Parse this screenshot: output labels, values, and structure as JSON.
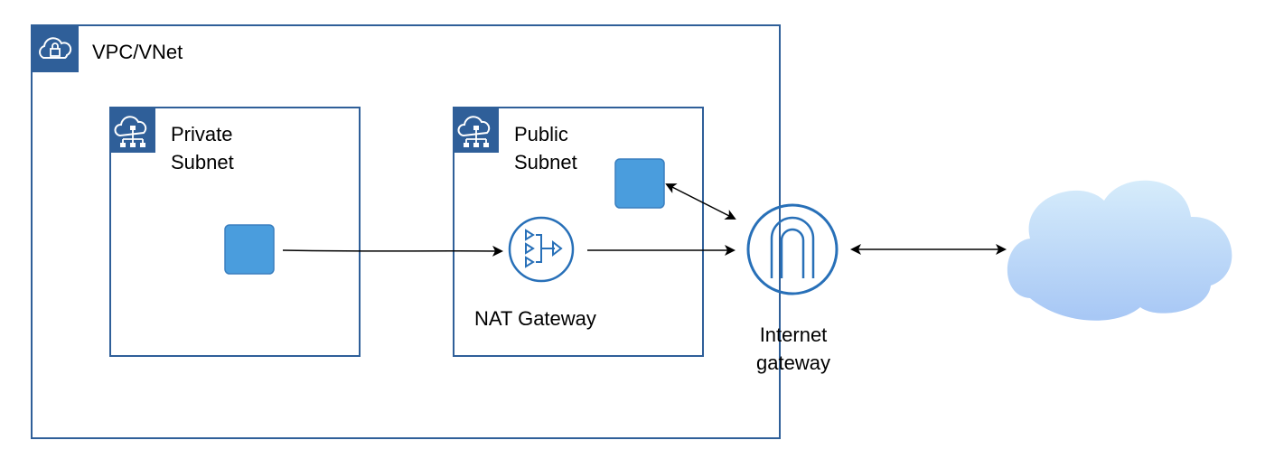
{
  "vpc": {
    "label": "VPC/VNet",
    "icon": "cloud-lock-icon"
  },
  "private_subnet": {
    "label_line1": "Private",
    "label_line2": "Subnet",
    "icon": "cloud-network-icon"
  },
  "public_subnet": {
    "label_line1": "Public",
    "label_line2": "Subnet",
    "icon": "cloud-network-icon"
  },
  "nat_gateway": {
    "label": "NAT Gateway",
    "icon": "nat-gateway-icon"
  },
  "internet_gateway": {
    "label_line1": "Internet",
    "label_line2": "gateway",
    "icon": "internet-gateway-icon"
  },
  "internet": {
    "icon": "cloud-icon"
  },
  "colors": {
    "container_border": "#2f5f99",
    "badge_fill": "#2f5f99",
    "instance_fill": "#4a9ddd",
    "instance_border": "#3a7fbf",
    "gateway_stroke": "#2870b8",
    "cloud_top": "#d6ecfb",
    "cloud_bottom": "#a7c7f5",
    "arrow": "#000000"
  }
}
